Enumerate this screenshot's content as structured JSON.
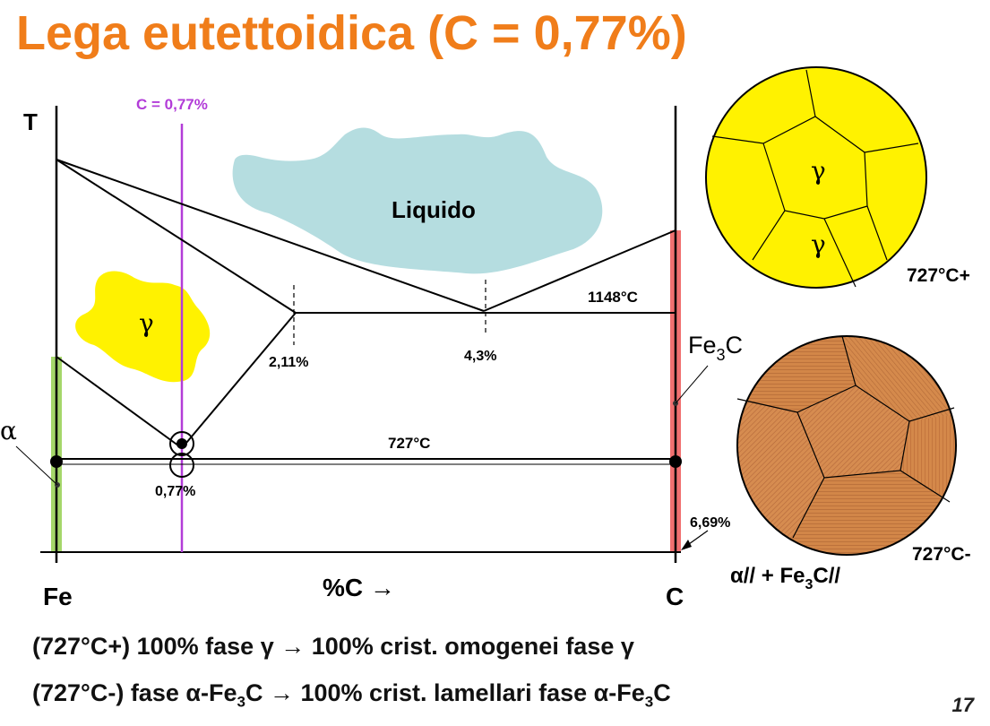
{
  "title": "Lega eutettoidica (C = 0,77%)",
  "diagram": {
    "t_axis_label": "T",
    "fe_label": "Fe",
    "c_label": "C",
    "x_axis_label": "%C →",
    "composition_line_label": "C = 0,77%",
    "liquid_label": "Liquido",
    "gamma_label": "γ",
    "alpha_label": "α",
    "fe3c_label_base": "Fe",
    "fe3c_label_sub": "3",
    "fe3c_label_tail": "C",
    "eutectic_temp": "1148°C",
    "eutectoid_temp": "727°C",
    "pct_211": "2,11%",
    "pct_43": "4,3%",
    "pct_077": "0,77%",
    "pct_669": "6,69%"
  },
  "micro_top": {
    "grain_label_1": "γ",
    "grain_label_2": "γ",
    "temp_label": "727°C+"
  },
  "micro_bottom": {
    "temp_label": "727°C-",
    "phase_label_a": "α// + Fe",
    "phase_label_sub": "3",
    "phase_label_b": "C//"
  },
  "captions": {
    "line1": "(727°C+) 100% fase γ → 100% crist. omogenei fase γ",
    "line2_a": "(727°C-) fase α-Fe",
    "line2_sub": "3",
    "line2_b": "C → 100% crist. lamellari fase α-Fe",
    "line2_sub2": "3",
    "line2_c": "C"
  },
  "page_number": "17",
  "colors": {
    "title": "#f07d1a",
    "composition_line": "#b23cd8",
    "liquid_blob": "#b5dde0",
    "gamma_blob": "#fff200",
    "alpha_band": "#9bd35a",
    "fe3c_band": "#f06060",
    "pearlite": "#d4884a"
  }
}
